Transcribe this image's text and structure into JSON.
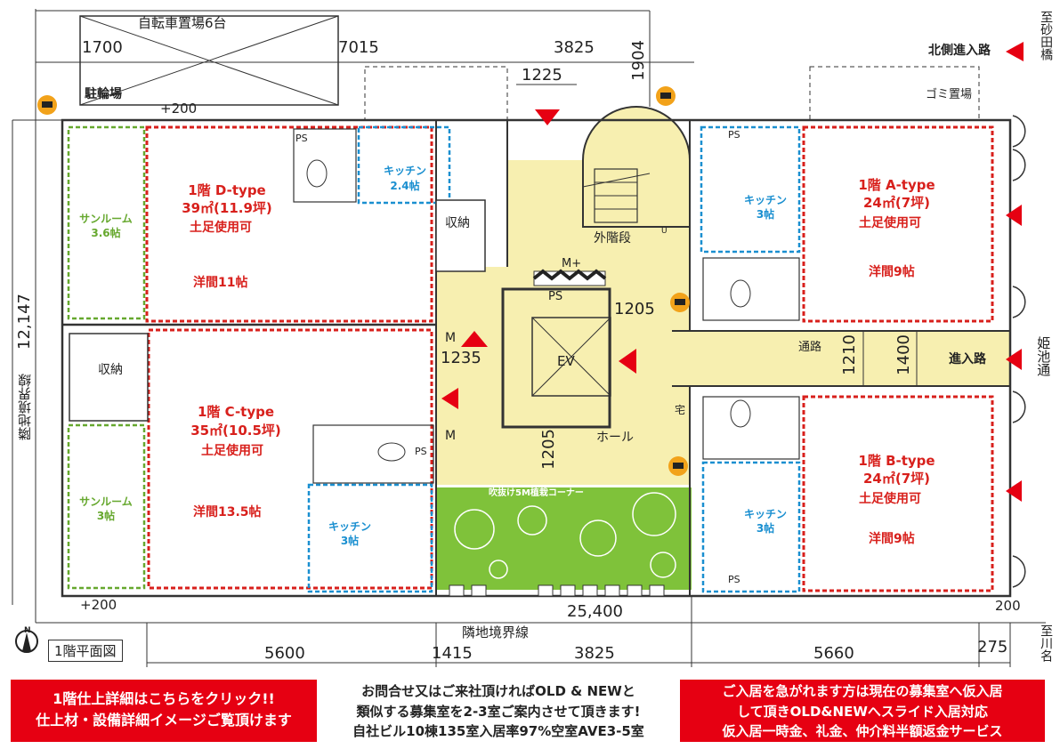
{
  "plan_title": "1階平面図",
  "north_mark": "N",
  "rooms": {
    "d": {
      "name": "1階 D-type",
      "area": "39㎡(11.9坪)",
      "note": "土足使用可",
      "main": "洋間11帖"
    },
    "c": {
      "name": "1階 C-type",
      "area": "35㎡(10.5坪)",
      "note": "土足使用可",
      "main": "洋間13.5帖"
    },
    "a": {
      "name": "1階 A-type",
      "area": "24㎡(7坪)",
      "note": "土足使用可",
      "main": "洋間9帖"
    },
    "b": {
      "name": "1階 B-type",
      "area": "24㎡(7坪)",
      "note": "土足使用可",
      "main": "洋間9帖"
    }
  },
  "kitchens": {
    "d": {
      "line1": "キッチン",
      "line2": "2.4帖"
    },
    "c": {
      "line1": "キッチン",
      "line2": "3帖"
    },
    "a": {
      "line1": "キッチン",
      "line2": "3帖"
    },
    "b": {
      "line1": "キッチン",
      "line2": "3帖"
    }
  },
  "sunrooms": {
    "top": {
      "line1": "サンルーム",
      "line2": "3.6帖"
    },
    "bottom": {
      "line1": "サンルーム",
      "line2": "3帖"
    }
  },
  "labels": {
    "bicycle_parking": "自転車置場6台",
    "bike_area": "駐輪場",
    "outer_stairs": "外階段",
    "storage_top": "収納",
    "storage_left": "収納",
    "hall": "ホール",
    "ev": "EV",
    "passage": "通路",
    "entrance_road": "進入路",
    "north_entrance": "北側進入路",
    "garden": "吹抜け5M植栽コーナー",
    "trash": "ゴミ置場",
    "neighbor_bottom": "隣地境界線",
    "neighbor_left": "隣地境界線",
    "to_sunada_bridge": "至砂田橋",
    "himeike_street": "姫池通",
    "to_kawana": "至川名",
    "ps1": "PS",
    "ps2": "PS",
    "ps3": "PS",
    "ps4": "PS",
    "ps5": "PS",
    "m_upper": "M",
    "m_lower": "M",
    "m_plus": "M+",
    "takkyu": "宅",
    "u_mark": "U"
  },
  "dimensions": {
    "d1700": "1700",
    "d7015": "7015",
    "d3825_top": "3825",
    "d1904": "1904",
    "d1225": "1225",
    "d200_tl": "+200",
    "d1205_a": "1205",
    "d1235": "1235",
    "d1205_b": "1205",
    "d1210": "1210",
    "d1400": "1400",
    "d12147": "12,147",
    "d200_bl": "+200",
    "d25400": "25,400",
    "d200_br": "200",
    "d5600": "5600",
    "d1415": "1415",
    "d3825_bottom": "3825",
    "d5660": "5660",
    "d275": "275"
  },
  "banners": {
    "left": [
      "1階仕上詳細はこちらをクリック!!",
      "仕上材・設備詳細イメージご覧頂けます"
    ],
    "middle": [
      "お問合せ又はご来社頂ければOLD & NEWと",
      "類似する募集室を2-3室ご案内させて頂きます!",
      "自社ビル10棟135室入居率97%空室AVE3-5室"
    ],
    "right": [
      "ご入居を急がれます方は現在の募集室へ仮入居",
      "して頂きOLD&NEWへスライド入居対応",
      "仮入居一時金、礼金、仲介料半額返金サービス"
    ]
  },
  "colors": {
    "accent_red": "#e60012",
    "room_red": "#d8201c",
    "kitchen_blue": "#1a8fd0",
    "sunroom_green": "#66a82e",
    "hall_yellow": "#f7efb0",
    "garden_green": "#7fc23a"
  }
}
